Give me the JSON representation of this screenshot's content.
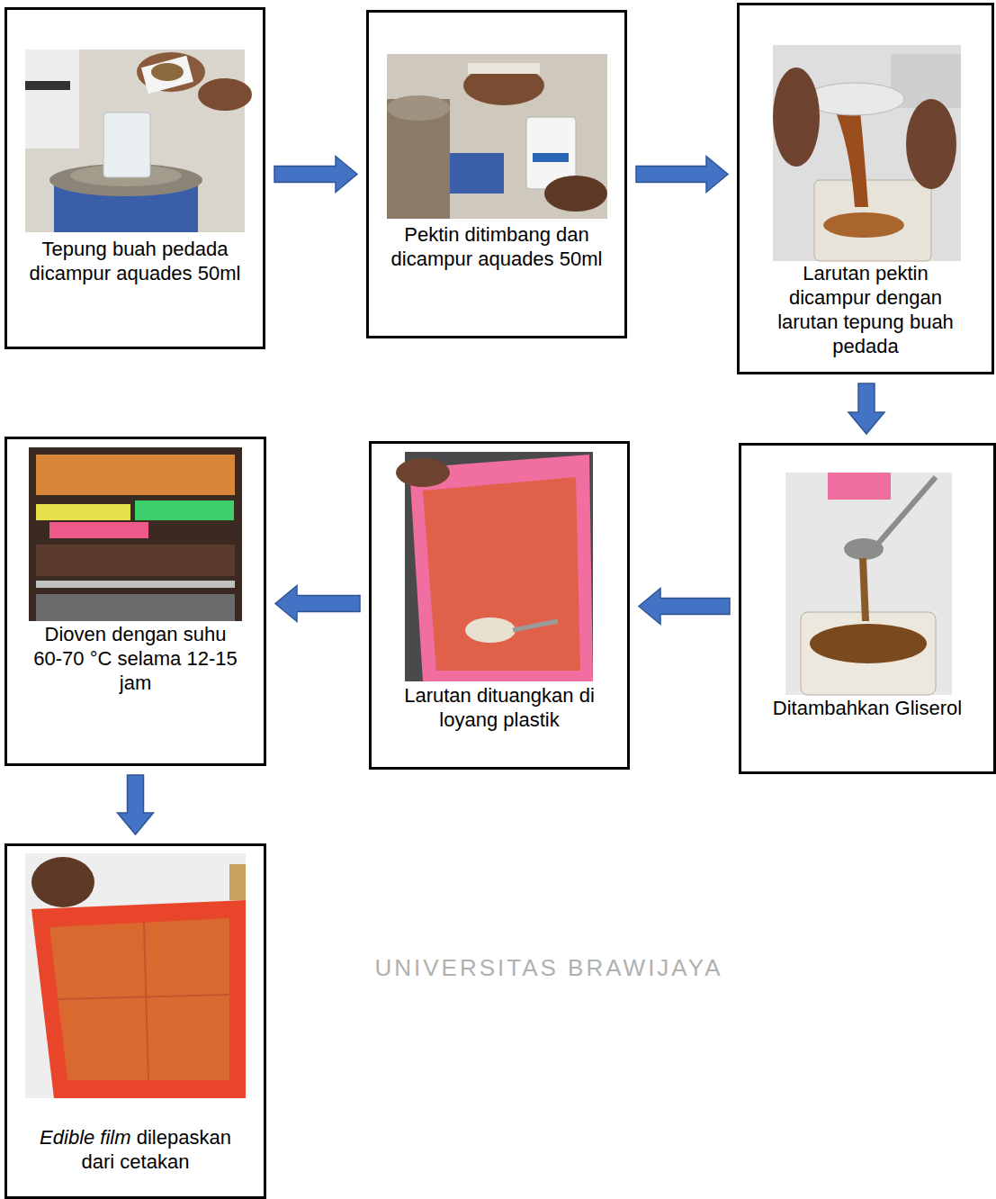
{
  "diagram": {
    "nodes": [
      {
        "text": [
          "Tepung buah pedada dicampur aquades 50ml"
        ]
      },
      {
        "text": [
          "Pektin ditimbang dan dicampur aquades 50ml"
        ]
      },
      {
        "text": [
          "Larutan pektin dicampur dengan larutan tepung buah pedada"
        ]
      },
      {
        "text": [
          "Ditambahkan Gliserol"
        ]
      },
      {
        "text": [
          "Larutan dituangkan di loyang plastik"
        ]
      },
      {
        "text": [
          "Dioven dengan suhu 60-70 °C selama 12-15 jam"
        ]
      },
      {
        "text": [
          "Edible film dilepaskan dari cetakan"
        ]
      }
    ],
    "edges": [
      {
        "from": 0,
        "to": 1,
        "arrow": "to"
      },
      {
        "from": 1,
        "to": 2,
        "arrow": "to"
      },
      {
        "from": 2,
        "to": 3,
        "arrow": "to"
      },
      {
        "from": 3,
        "to": 4,
        "arrow": "to"
      },
      {
        "from": 4,
        "to": 5,
        "arrow": "to"
      },
      {
        "from": 5,
        "to": 6,
        "arrow": "to"
      }
    ],
    "labels": [
      "UNIVERSITAS BRAWIJAYA"
    ]
  }
}
